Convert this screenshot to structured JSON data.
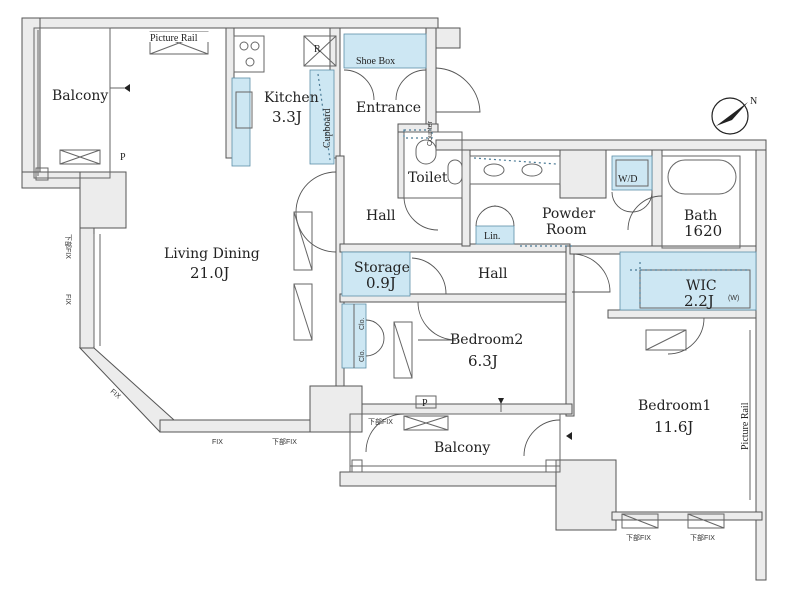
{
  "rooms": {
    "balcony_left": "Balcony",
    "kitchen": "Kitchen",
    "kitchen_area": "3.3J",
    "entrance": "Entrance",
    "toilet": "Toilet",
    "hall_upper": "Hall",
    "hall_middle": "Hall",
    "powder_room_1": "Powder",
    "powder_room_2": "Room",
    "bath": "Bath",
    "bath_size": "1620",
    "wic": "WIC",
    "wic_area": "2.2J",
    "living_dining": "Living Dining",
    "living_dining_area": "21.0J",
    "storage": "Storage",
    "storage_area": "0.9J",
    "bedroom2": "Bedroom2",
    "bedroom2_area": "6.3J",
    "bedroom1": "Bedroom1",
    "bedroom1_area": "11.6J",
    "balcony_bottom": "Balcony"
  },
  "fixtures": {
    "picture_rail_top": "Picture Rail",
    "picture_rail_right": "Picture Rail",
    "shoe_box": "Shoe Box",
    "cupboard": "Cupboard",
    "fridge": "R",
    "wd": "W/D",
    "lin": "Lin.",
    "clo_1": "Clo.",
    "clo_2": "Clo.",
    "counter": "Counter",
    "wic_w": "(W)",
    "p_left": "P",
    "p_bottom": "P"
  },
  "window_notes": {
    "fix_left_1": "下部FIX",
    "fix_left_2": "FIX",
    "fix_diag": "FIX",
    "fix_bottom": "FIX",
    "fix_bottom_lower": "下部FIX",
    "fix_bedroom2": "下部FIX",
    "fix_bedroom1_a": "下部FIX",
    "fix_bedroom1_b": "下部FIX"
  },
  "compass": {
    "label": "N"
  }
}
